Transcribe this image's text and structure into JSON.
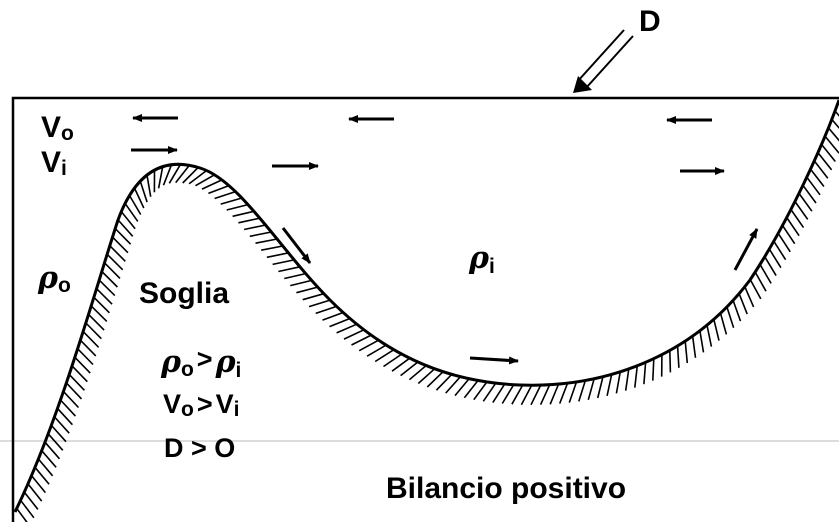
{
  "labels": {
    "D_top": "D",
    "V_o": {
      "main": "V",
      "sub": "o"
    },
    "V_i": {
      "main": "V",
      "sub": "i"
    },
    "rho_o": {
      "main": "ρ",
      "sub": "o"
    },
    "rho_i": {
      "main": "ρ",
      "sub": "i"
    },
    "soglia": "Soglia",
    "cond1": {
      "a": "ρ",
      "asub": "o",
      "op": ">",
      "b": "ρ",
      "bsub": "i"
    },
    "cond2": {
      "a": "V",
      "asub": "o",
      "op": ">",
      "b": "V",
      "bsub": "i"
    },
    "cond3": "D > O",
    "bilancio": "Bilancio positivo"
  },
  "colors": {
    "ink": "#000000",
    "background": "#ffffff",
    "rule": "#b8b8b8"
  }
}
